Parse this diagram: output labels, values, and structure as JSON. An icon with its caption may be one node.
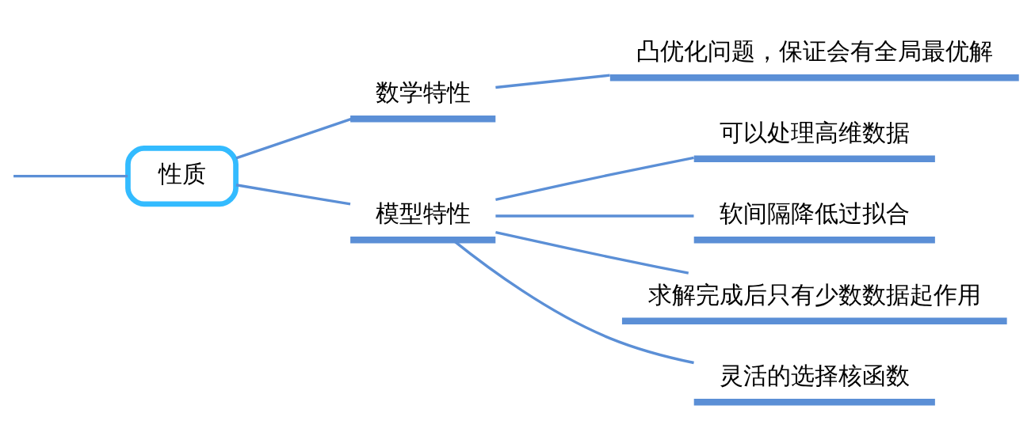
{
  "diagram": {
    "nodes": [
      {
        "text": [
          "性质"
        ]
      },
      {
        "text": [
          "数学特性"
        ]
      },
      {
        "text": [
          "凸优化问题，保证会有全局最优解"
        ]
      },
      {
        "text": [
          "模型特性"
        ]
      },
      {
        "text": [
          "可以处理高维数据"
        ]
      },
      {
        "text": [
          "软间隔降低过拟合"
        ]
      },
      {
        "text": [
          "求解完成后只有少数数据起作用"
        ]
      },
      {
        "text": [
          "灵活的选择核函数"
        ]
      }
    ],
    "edges": [
      {
        "from": null,
        "to": 0,
        "arrow": "none"
      },
      {
        "from": 0,
        "to": 1,
        "arrow": "none"
      },
      {
        "from": 1,
        "to": 2,
        "arrow": "none"
      },
      {
        "from": 0,
        "to": 3,
        "arrow": "none"
      },
      {
        "from": 3,
        "to": 4,
        "arrow": "none"
      },
      {
        "from": 3,
        "to": 5,
        "arrow": "none"
      },
      {
        "from": 3,
        "to": 6,
        "arrow": "none"
      },
      {
        "from": 3,
        "to": 7,
        "arrow": "none"
      }
    ]
  }
}
